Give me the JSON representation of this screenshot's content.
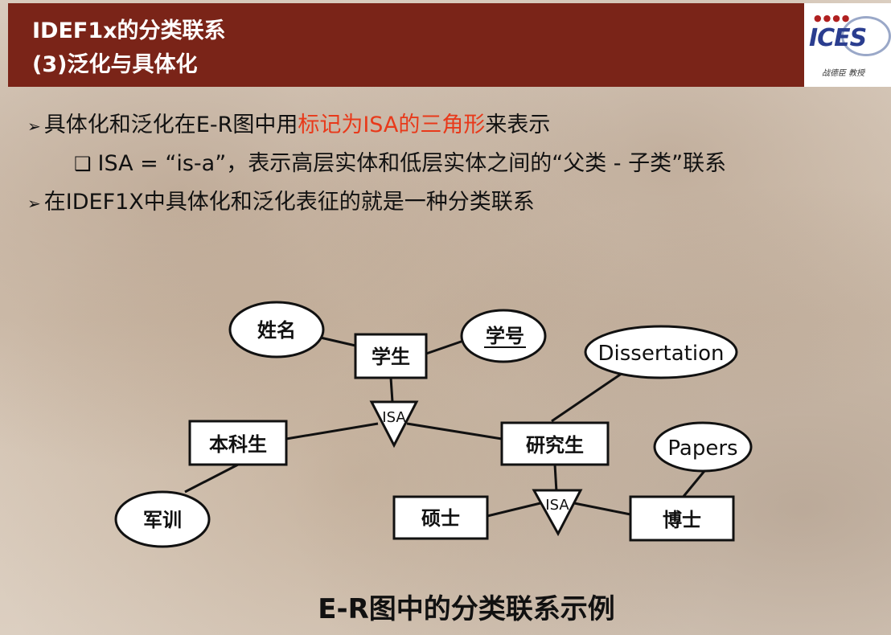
{
  "header": {
    "title_line1": "IDEF1x的分类联系",
    "title_line2": "(3)泛化与具体化",
    "logo_text": "ICES",
    "logo_caption": "战德臣 教授"
  },
  "bullets": {
    "b1_marker": "➢",
    "b1_pre": "具体化和泛化在E-R图中用",
    "b1_highlight": "标记为ISA的三角形",
    "b1_post": "来表示",
    "b2_marker": "❑",
    "b2_text": "ISA = “is-a”，表示高层实体和低层实体之间的“父类 - 子类”联系",
    "b3_marker": "➢",
    "b3_text": "在IDEF1X中具体化和泛化表征的就是一种分类联系"
  },
  "diagram": {
    "entities": {
      "student": "学生",
      "undergrad": "本科生",
      "grad": "研究生",
      "master": "硕士",
      "doctor": "博士"
    },
    "attributes": {
      "name": "姓名",
      "student_id": "学号",
      "dissertation": "Dissertation",
      "training": "军训",
      "papers": "Papers"
    },
    "isa_label": "ISA",
    "colors": {
      "ink": "#111111",
      "highlight": "#e8391a",
      "header": "#7a2418"
    }
  },
  "caption": "E-R图中的分类联系示例"
}
